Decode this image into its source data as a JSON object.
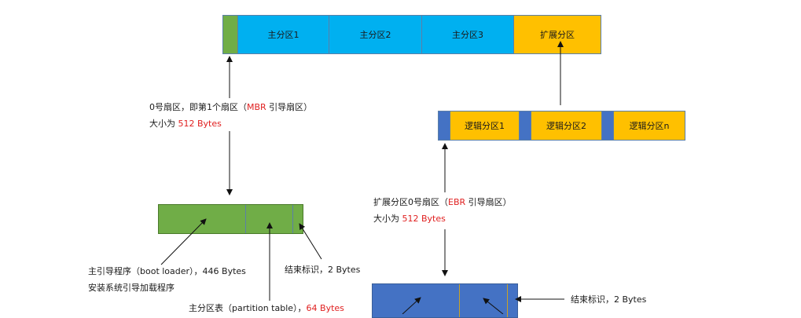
{
  "colors": {
    "green": "#70ad47",
    "blue": "#00b0f0",
    "orange": "#ffc000",
    "darkblue": "#4472c4",
    "red": "#e02020"
  },
  "disk": {
    "p1": "主分区1",
    "p2": "主分区2",
    "p3": "主分区3",
    "ext": "扩展分区"
  },
  "ext_row": {
    "l1": "逻辑分区1",
    "l2": "逻辑分区2",
    "ln": "逻辑分区n"
  },
  "mbr_note": {
    "line1_pre": "0号扇区，即第1个扇区（",
    "line1_red": "MBR",
    "line1_post": " 引导扇区）",
    "line2_pre": "大小为 ",
    "line2_red": "512 Bytes"
  },
  "ebr_note": {
    "line1_pre": "扩展分区0号扇区（",
    "line1_red": "EBR",
    "line1_post": " 引导扇区）",
    "line2_pre": "大小为 ",
    "line2_red": "512 Bytes"
  },
  "mbr_parts": {
    "bootloader_line1": "主引导程序（boot loader），446 Bytes",
    "bootloader_line2": "安装系统引导加载程序",
    "end_mark": "结束标识，2 Bytes",
    "ptable_pre": "主分区表（partition table），",
    "ptable_red": "64 Bytes"
  },
  "ebr_parts": {
    "end_mark": "结束标识，2 Bytes"
  }
}
